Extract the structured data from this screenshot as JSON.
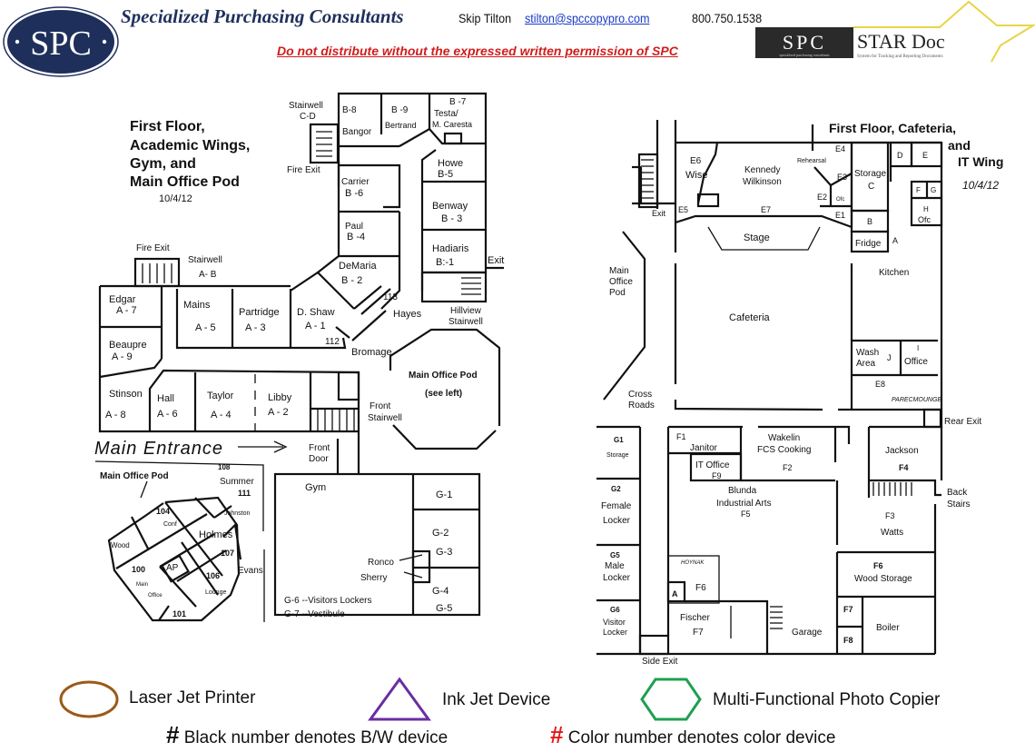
{
  "header": {
    "logo_text": "SPC",
    "company_name": "Specialized Purchasing Consultants",
    "contact_name": "Skip Tilton",
    "contact_email": "stilton@spccopypro.com",
    "contact_phone": "800.750.1538",
    "disclaimer": "Do not distribute without the expressed written permission of SPC",
    "star_logo": {
      "brand": "SPC",
      "brand_sub": "specialized purchasing consultants",
      "product": "STAR Doc",
      "product_sub": "System for Tracking and Reporting Documents"
    },
    "colors": {
      "navy": "#1f2f5c",
      "red": "#d21c1c",
      "link": "#1a3bc7",
      "star": "#e8d44a"
    }
  },
  "left_plan": {
    "title_lines": [
      "First Floor,",
      "Academic  Wings,",
      "Gym, and",
      "Main Office Pod"
    ],
    "date": "10/4/12",
    "labels": {
      "stairwell_cd": "Stairwell",
      "stairwell_cd_2": "C-D",
      "fire_exit_top": "Fire Exit",
      "b8": "B-8",
      "bangor": "Bangor",
      "b9": "B -9",
      "bertrand": "Bertrand",
      "b7": "B -7",
      "testa": "Testa/",
      "caresta": "M. Caresta",
      "howe": "Howe",
      "b5": "B-5",
      "carrier": "Carrier",
      "b6": "B -6",
      "benway": "Benway",
      "b3": "B - 3",
      "paul": "Paul",
      "b4": "B -4",
      "hadiaris": "Hadiaris",
      "b1": "B:-1",
      "exit": "Exit",
      "demaria": "DeMaria",
      "b2": "B - 2",
      "fire_exit_left": "Fire Exit",
      "stairwell_ab": "Stairwell",
      "stairwell_ab_2": "A- B",
      "edgar": "Edgar",
      "a7": "A - 7",
      "mains": "Mains",
      "a5": "A - 5",
      "partridge": "Partridge",
      "a3": "A - 3",
      "dshaw": "D. Shaw",
      "a1": "A - 1",
      "r113": "113",
      "hayes": "Hayes",
      "hillview": "Hillview",
      "hillview_2": "Stairwell",
      "r112": "112",
      "bromage": "Bromage",
      "beaupre": "Beaupre",
      "a9": "A - 9",
      "stinson": "Stinson",
      "a8": "A - 8",
      "hall": "Hall",
      "a6": "A - 6",
      "taylor": "Taylor",
      "a4": "A - 4",
      "libby": "Libby",
      "a2": "A - 2",
      "front_stairwell": "Front",
      "front_stairwell_2": "Stairwell",
      "pod_title": "Main Office Pod",
      "pod_see": "(see left)",
      "main_entrance": "Main Entrance",
      "front_door": "Front",
      "front_door_2": "Door",
      "gym": "Gym",
      "g1": "G-1",
      "g2": "G-2",
      "g3": "G-3",
      "g4": "G-4",
      "g5": "G-5",
      "ronco": "Ronco",
      "sherry": "Sherry",
      "g6_note": "G-6 --Visitors Lockers",
      "g7_note": "G-7 --Vestibule"
    },
    "office_pod": {
      "title": "Main Office Pod",
      "r108": "108",
      "summer": "Summer",
      "r111": "111",
      "johnston": "Johnston",
      "r104": "104",
      "conf": "Conf",
      "holmes": "Holmes",
      "wood": "Wood",
      "r107": "107",
      "ap": "AP",
      "evans": "Evans",
      "r100": "100",
      "main": "Main",
      "office": "Office",
      "r106": "106",
      "lounge": "Lounge",
      "r101": "101"
    }
  },
  "right_plan": {
    "title_lines": [
      "First Floor, Cafeteria,",
      "and",
      "IT Wing"
    ],
    "date": "10/4/12",
    "labels": {
      "e6": "E6",
      "wise": "Wise",
      "kennedy": "Kennedy",
      "wilkinson": "Wilkinson",
      "e4": "E4",
      "rehearsal": "Rehearsal",
      "e3": "E3",
      "e2": "E2",
      "ofc_small": "Ofc",
      "storage": "Storage",
      "c": "C",
      "d": "D",
      "e": "E",
      "f": "F",
      "g": "G",
      "h": "H",
      "h_ofc": "Ofc",
      "exit": "Exit",
      "e5": "E5",
      "e7": "E7",
      "e1": "E1",
      "b": "B",
      "fridge": "Fridge",
      "a": "A",
      "stage": "Stage",
      "kitchen": "Kitchen",
      "main_office_pod": "Main",
      "main_office_pod_2": "Office",
      "main_office_pod_3": "Pod",
      "cafeteria": "Cafeteria",
      "wash": "Wash",
      "area": "Area",
      "j": "J",
      "i": "I",
      "office": "Office",
      "e8": "E8",
      "parec": "PARECMOUNGE",
      "cross": "Cross",
      "roads": "Roads",
      "rear_exit": "Rear Exit",
      "g1": "G1",
      "storage_small": "Storage",
      "f1": "F1",
      "janitor": "Janitor",
      "wakelin": "Wakelin",
      "fcs": "FCS Cooking",
      "jackson": "Jackson",
      "f4": "F4",
      "it_office": "IT Office",
      "f9": "F9",
      "f2": "F2",
      "back": "Back",
      "stairs": "Stairs",
      "g2": "G2",
      "female": "Female",
      "locker1": "Locker",
      "blunda": "Blunda",
      "industrial": "Industrial Arts",
      "f5": "F5",
      "f3": "F3",
      "watts": "Watts",
      "g5": "G5",
      "male": "Male",
      "locker2": "Locker",
      "hoynak": "HOYNAK",
      "f6a": "F6",
      "a_room": "A",
      "f6": "F6",
      "wood_storage": "Wood Storage",
      "g6": "G6",
      "visitor": "Visitor",
      "locker3": "Locker",
      "fischer": "Fischer",
      "f7a": "F7",
      "garage": "Garage",
      "f7": "F7",
      "f8": "F8",
      "boiler": "Boiler",
      "side_exit": "Side Exit"
    }
  },
  "legend": {
    "items": [
      {
        "shape": "circle-icon",
        "label": "Laser Jet Printer",
        "color": "#9b5a1a"
      },
      {
        "shape": "triangle-icon",
        "label": "Ink Jet Device",
        "color": "#6a2ea0"
      },
      {
        "shape": "hexagon-icon",
        "label": "Multi-Functional Photo Copier",
        "color": "#1fa050"
      }
    ],
    "notes": [
      {
        "symbol": "#",
        "label": "Black number denotes B/W device",
        "color": "#111111"
      },
      {
        "symbol": "#",
        "label": "Color number denotes color device",
        "color": "#e01b1b"
      }
    ]
  }
}
